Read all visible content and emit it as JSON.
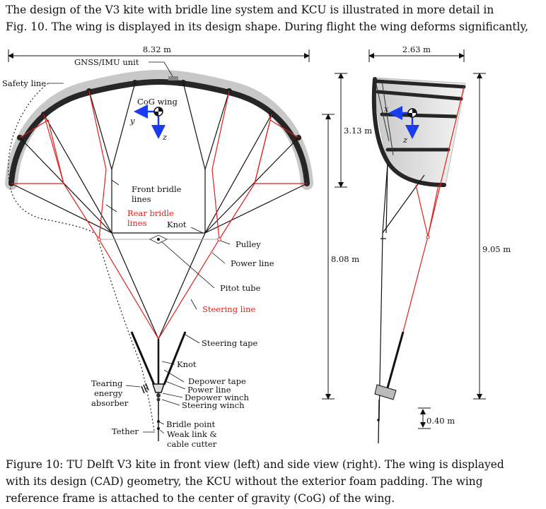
{
  "paragraph": {
    "line1": "The design of the V3 kite with bridle line system and KCU is illustrated in more detail in",
    "line2": "Fig. 10. The wing is displayed in its design shape. During flight the wing deforms significantly,"
  },
  "figure": {
    "front_view": {
      "span_label": "8.32 m",
      "labels": {
        "gnss": "GNSS/IMU unit",
        "safety_line": "Safety line",
        "cog_wing": "CoG wing",
        "axis_y": "y",
        "axis_z": "z",
        "front_bridle_1": "Front bridle",
        "front_bridle_2": "lines",
        "rear_bridle_1": "Rear bridle",
        "rear_bridle_2": "lines",
        "knot_top": "Knot",
        "pulley": "Pulley",
        "power_line": "Power line",
        "pitot_tube": "Pitot tube",
        "steering_line": "Steering line",
        "steering_tape": "Steering tape",
        "knot_bottom": "Knot",
        "depower_tape": "Depower tape",
        "power_line_kcu": "Power line",
        "depower_winch": "Depower winch",
        "steering_winch": "Steering winch",
        "tearing_1": "Tearing",
        "tearing_2": "energy",
        "tearing_3": "absorber",
        "bridle_point": "Bridle point",
        "tether": "Tether",
        "weak_link_1": "Weak link &",
        "weak_link_2": "cable cutter"
      }
    },
    "side_view": {
      "chord_label": "2.63 m",
      "dim_313": "3.13 m",
      "dim_808": "8.08 m",
      "dim_905": "9.05 m",
      "dim_040": "0.40 m",
      "axis_x": "x",
      "axis_z": "z"
    },
    "colors": {
      "rear_bridle": "#e0201b",
      "axis": "#1a3cf0",
      "wing": "#222222"
    }
  },
  "caption": {
    "line1": "Figure 10: TU Delft V3 kite in front view (left) and side view (right). The wing is displayed",
    "line2": "with its design (CAD) geometry, the KCU without the exterior foam padding. The wing",
    "line3": "reference frame is attached to the center of gravity (CoG) of the wing."
  }
}
